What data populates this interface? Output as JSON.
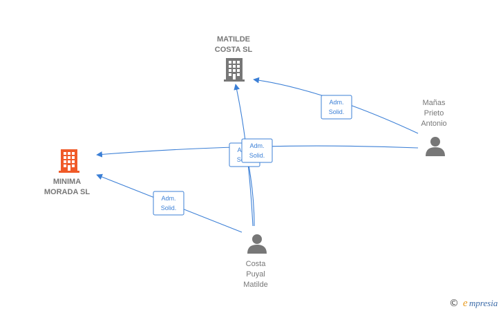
{
  "companies": {
    "matilde_costa": {
      "line1": "MATILDE",
      "line2": "COSTA  SL",
      "icon": "building-icon",
      "color": "#777777"
    },
    "minima_morada": {
      "line1": "MINIMA",
      "line2": "MORADA  SL",
      "icon": "building-icon",
      "color": "#f05a28"
    }
  },
  "persons": {
    "manas": {
      "line1": "Mañas",
      "line2": "Prieto",
      "line3": "Antonio",
      "icon": "person-icon"
    },
    "costa": {
      "line1": "Costa",
      "line2": "Puyal",
      "line3": "Matilde",
      "icon": "person-icon"
    }
  },
  "roles": [
    {
      "line1": "Adm.",
      "line2": "Solid."
    },
    {
      "line1": "Adm.",
      "line2": "Solid."
    },
    {
      "line1": "Adm.",
      "line2": "Solid."
    },
    {
      "line1": "Adm.",
      "line2": "Solid."
    }
  ],
  "colors": {
    "edge": "#3b7fd6",
    "node_text": "#777777",
    "highlight": "#f05a28"
  },
  "footer": {
    "copyright": "©",
    "brand_initial": "e",
    "brand_rest": "mpresia"
  }
}
